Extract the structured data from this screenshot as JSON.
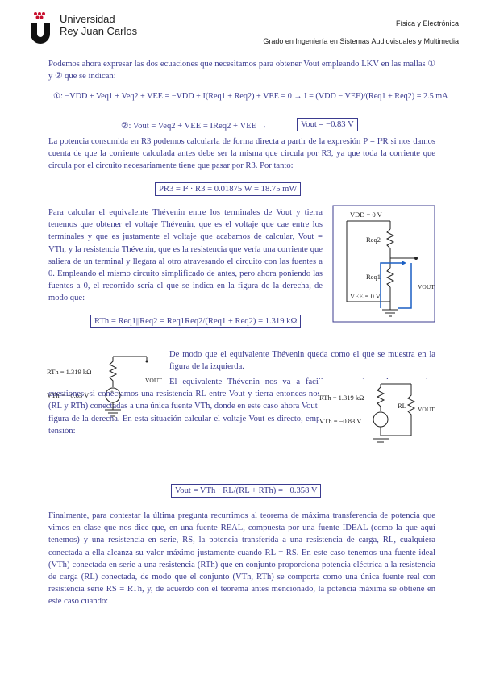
{
  "header": {
    "university_line1": "Universidad",
    "university_line2": "Rey Juan Carlos",
    "department": "Física y Electrónica",
    "program": "Grado en Ingeniería en Sistemas Audiovisuales y Multimedia"
  },
  "body": {
    "para1": "Podemos ahora expresar las dos ecuaciones que necesitamos para obtener Vout empleando LKV en las mallas ① y ② que se indican:",
    "eq1": "①: −VDD + Veq1 + Veq2 + VEE = −VDD + I(Req1 + Req2) + VEE = 0 → I = (VDD − VEE)/(Req1 + Req2) = 2.5 mA",
    "eq2": "②: Vout = Veq2 + VEE = IReq2 + VEE  →",
    "eq2_box": "Vout = −0.83 V",
    "para2": "La potencia consumida en R3 podemos calcularla de forma directa a partir de la expresión P = I²R si nos damos cuenta de que la corriente calculada antes debe ser la misma que circula por R3, ya que toda la corriente que circula por el circuito necesariamente tiene que pasar por R3. Por tanto:",
    "power_box": "PR3 = I² · R3 = 0.01875 W = 18.75 mW",
    "para3": "Para calcular el equivalente Thévenin entre los terminales de Vout y tierra tenemos que obtener el voltaje Thévenin, que es el voltaje que cae entre los terminales y que es justamente el voltaje que acabamos de calcular, Vout = VTh, y la resistencia Thévenin, que es la resistencia que vería una corriente que saliera de un terminal y llegara al otro atravesando el circuito con las fuentes a 0. Empleando el mismo circuito simplificado de antes, pero ahora poniendo las fuentes a 0, el recorrido sería el que se indica en la figura de la derecha, de modo que:",
    "rth_box": "RTh = Req1||Req2 = Req1Req2/(Req1 + Req2) = 1.319 kΩ",
    "para4": "De modo que el equivalente Thévenin queda como el que se muestra en la figura de la izquierda.",
    "para5": "El equivalente Thévenin nos va a facilitar responder a las otras dos cuestiones: si conectamos una resistencia RL entre Vout y tierra entonces nos quedan dos resistencias en serie (RL y RTh) conectadas a una única fuente VTh, donde en este caso ahora Vout = VL, tal y como se muestra en la figura de la derecha. En esta situación calcular el voltaje Vout es directo, empleando la ecuación del divisor de tensión:",
    "div_box": "Vout = VTh · RL/(RL + RTh) = −0.358 V",
    "para6": "Finalmente, para contestar la última pregunta recurrimos al teorema de máxima transferencia de potencia que vimos en clase que nos dice que, en una fuente REAL, compuesta por una fuente IDEAL (como la que aquí tenemos) y una resistencia en serie, RS, la potencia transferida a una resistencia de carga, RL, cualquiera conectada a ella alcanza su valor máximo justamente cuando RL = RS. En este caso tenemos una fuente ideal (VTh) conectada en serie a una resistencia (RTh) que en conjunto proporciona potencia eléctrica a la resistencia de carga (RL) conectada, de modo que el conjunto (VTh, RTh) se comporta como una única fuente real con resistencia serie RS = RTh, y, de acuerdo con el teorema antes mencionado, la potencia máxima se obtiene en este caso cuando:"
  },
  "figures": {
    "circuit1": {
      "vdd": "VDD = 0 V",
      "req2": "Req2",
      "req1": "Req1",
      "vee": "VEE = 0 V",
      "vout": "VOUT"
    },
    "thev_left": {
      "rth": "RTh = 1.319 kΩ",
      "vth": "VTh = −0.83 V",
      "vout": "VOUT"
    },
    "thev_right": {
      "rth": "RTh = 1.319 kΩ",
      "vth": "VTh = −0.83 V",
      "rl": "RL",
      "vout": "VOUT"
    }
  }
}
